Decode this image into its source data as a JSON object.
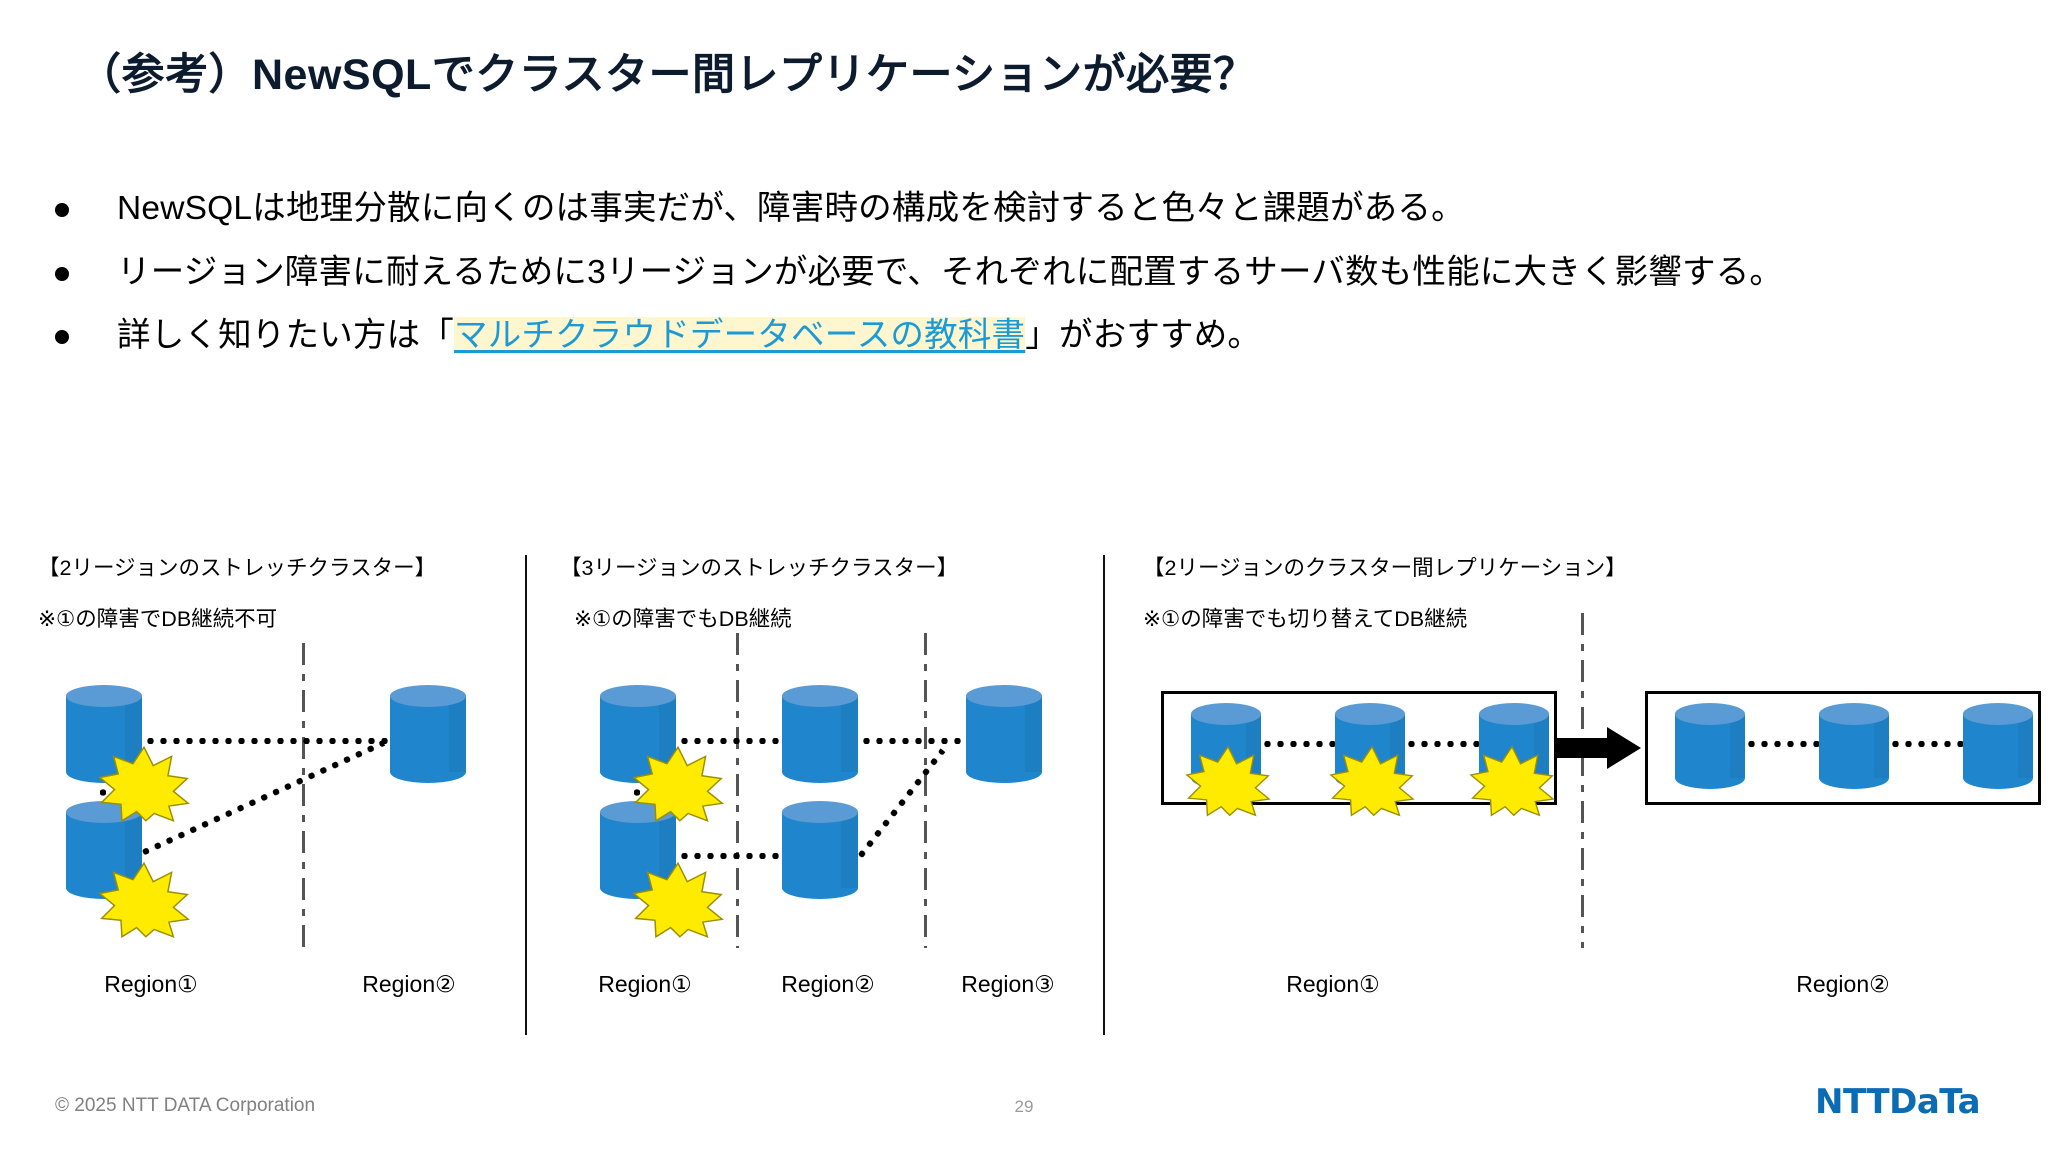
{
  "slide": {
    "title": "（参考）NewSQLでクラスター間レプリケーションが必要？",
    "accent_blue": "#1f86ce",
    "title_color": "#0d1b2e",
    "highlight_color": "#fdf6cf",
    "link_color": "#1c9ad6"
  },
  "bullets": [
    {
      "text": "NewSQLは地理分散に向くのは事実だが、障害時の構成を検討すると色々と課題がある。"
    },
    {
      "text": "リージョン障害に耐えるために3リージョンが必要で、それぞれに配置するサーバ数も性能に大きく影響する。"
    },
    {
      "prefix": "詳しく知りたい方は「",
      "link": "マルチクラウドデータベースの教科書",
      "suffix": "」がおすすめ。"
    }
  ],
  "panels": [
    {
      "heading": "【2リージョンのストレッチクラスター】",
      "note": "※①の障害でDB継続不可",
      "regions": [
        "Region①",
        "Region②"
      ],
      "node_count": 3,
      "failure_count": 2
    },
    {
      "heading": "【3リージョンのストレッチクラスター】",
      "note": "※①の障害でもDB継続",
      "regions": [
        "Region①",
        "Region②",
        "Region③"
      ],
      "node_count": 5,
      "failure_count": 2
    },
    {
      "heading": "【2リージョンのクラスター間レプリケーション】",
      "note": "※①の障害でも切り替えてDB継続",
      "regions": [
        "Region①",
        "Region②"
      ],
      "node_count": 6,
      "failure_count": 3
    }
  ],
  "footer": {
    "copyright": "© 2025 NTT DATA Corporation",
    "page_number": "29",
    "logo_ntt": "NTT",
    "logo_data": "DaTa"
  }
}
